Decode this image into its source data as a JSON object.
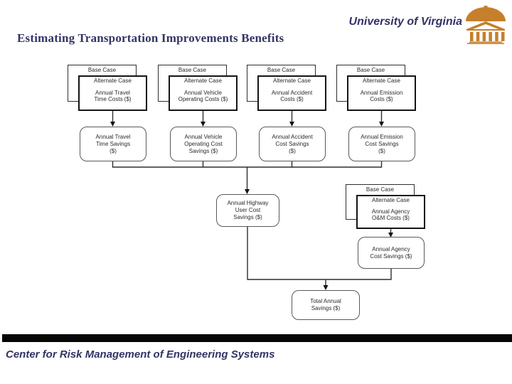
{
  "header": {
    "title": "Estimating Transportation Improvements Benefits",
    "brand": "University of Virginia",
    "logo": "uva-rotunda-icon"
  },
  "footer": {
    "text": "Center for Risk Management of Engineering Systems"
  },
  "colors": {
    "heading_navy": "#333366",
    "logo_orange": "#C67F2B",
    "diagram_line": "#2e2e2e",
    "background": "#ffffff"
  },
  "diagram": {
    "cost_stacks": [
      {
        "back": "Base Case",
        "front": "Alternate Case",
        "cost": "Annual Travel\nTime Costs ($)"
      },
      {
        "back": "Base Case",
        "front": "Alternate Case",
        "cost": "Annual Vehicle\nOperating Costs ($)"
      },
      {
        "back": "Base Case",
        "front": "Alternate Case",
        "cost": "Annual Accident\nCosts ($)"
      },
      {
        "back": "Base Case",
        "front": "Alternate Case",
        "cost": "Annual Emission\nCosts ($)"
      },
      {
        "back": "Base Case",
        "front": "Alternate Case",
        "cost": "Annual Agency\nO&M Costs ($)"
      }
    ],
    "savings_boxes": [
      {
        "label": "Annual Travel\nTime Savings\n($)"
      },
      {
        "label": "Annual Vehicle\nOperating Cost\nSavings ($)"
      },
      {
        "label": "Annual Accident\nCost Savings\n($)"
      },
      {
        "label": "Annual Emission\nCost Savings\n($)"
      }
    ],
    "highway_box": "Annual Highway\nUser Cost\nSavings ($)",
    "agency_savings_box": "Annual Agency\nCost Savings ($)",
    "total_box": "Total Annual\nSavings ($)"
  }
}
